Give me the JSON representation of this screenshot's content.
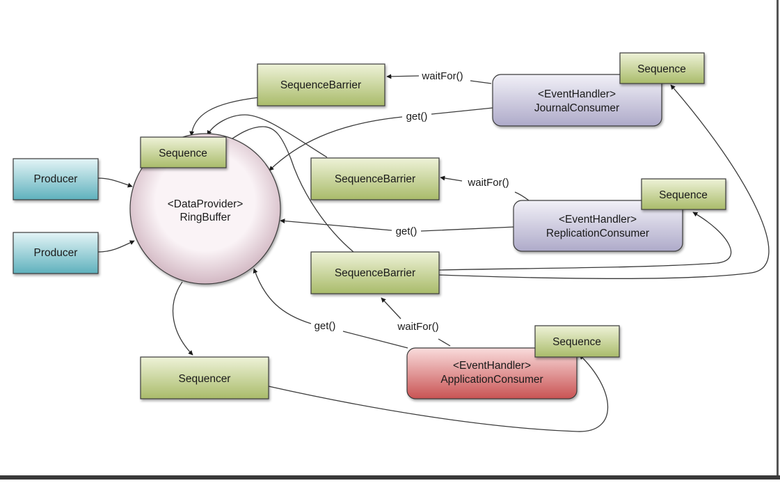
{
  "diagram": {
    "nodes": {
      "producer_1": {
        "label": "Producer",
        "style": "producer"
      },
      "producer_2": {
        "label": "Producer",
        "style": "producer"
      },
      "ring_buffer": {
        "line1": "<DataProvider>",
        "line2": "RingBuffer"
      },
      "ring_sequence": {
        "label": "Sequence",
        "style": "sequence"
      },
      "sequence_barrier_1": {
        "label": "SequenceBarrier",
        "style": "barrier"
      },
      "sequence_barrier_2": {
        "label": "SequenceBarrier",
        "style": "barrier"
      },
      "sequence_barrier_3": {
        "label": "SequenceBarrier",
        "style": "barrier"
      },
      "sequencer": {
        "label": "Sequencer",
        "style": "barrier"
      },
      "journal_consumer": {
        "line1": "<EventHandler>",
        "line2": "JournalConsumer",
        "style": "consumer_blue"
      },
      "replication_consumer": {
        "line1": "<EventHandler>",
        "line2": "ReplicationConsumer",
        "style": "consumer_blue"
      },
      "application_consumer": {
        "line1": "<EventHandler>",
        "line2": "ApplicationConsumer",
        "style": "consumer_red"
      },
      "journal_sequence": {
        "label": "Sequence",
        "style": "sequence"
      },
      "replication_sequence": {
        "label": "Sequence",
        "style": "sequence"
      },
      "application_sequence": {
        "label": "Sequence",
        "style": "sequence"
      }
    },
    "edge_labels": {
      "journal_wait_for": "waitFor()",
      "journal_get": "get()",
      "replication_wait_for": "waitFor()",
      "replication_get": "get()",
      "application_wait_for": "waitFor()",
      "application_get": "get()"
    },
    "colors": {
      "barrier_top": "#eef2d8",
      "barrier_bottom": "#a9bb6a",
      "producer_top": "#e4f4f6",
      "producer_bottom": "#5fb1bd",
      "consumer_blue_top": "#f1f0f7",
      "consumer_blue_bottom": "#aeaac9",
      "consumer_red_top": "#f9dcdc",
      "consumer_red_bottom": "#c95353",
      "ring_center": "#faf3f6",
      "ring_edge": "#c9aab7",
      "stroke": "#3a3a3a",
      "text": "#1a1a1a"
    }
  }
}
